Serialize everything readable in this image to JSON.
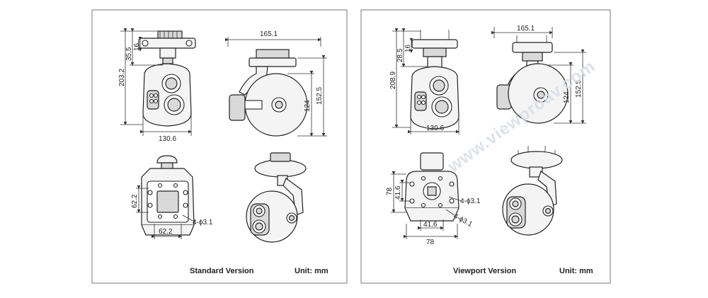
{
  "panels": {
    "standard": {
      "caption": "Standard Version",
      "unit": "Unit: mm",
      "dims": {
        "top_width": "165.1",
        "overall_height": "203.2",
        "mount_height": "35.5",
        "plate_height": "16",
        "body_width": "130.6",
        "side_height_outer": "152.5",
        "side_height_inner": "124",
        "back_height": "62.2",
        "back_width": "62.2",
        "hole_note": "4-ϕ3.1"
      }
    },
    "viewport": {
      "caption": "Viewport Version",
      "unit": "Unit: mm",
      "dims": {
        "top_width": "165.1",
        "overall_height": "208.9",
        "mount_height": "28.5",
        "plate_height": "16",
        "body_width": "130.6",
        "side_height_outer": "152.5",
        "side_height_inner": "124",
        "back_height_outer": "78",
        "back_height_inner": "41.6",
        "back_width_inner": "41.6",
        "back_width_outer": "78",
        "hole_note_a": "4-ϕ3.1",
        "hole_note_b": "4-ϕ3.1"
      }
    }
  },
  "watermark": "www.viewproav.com"
}
